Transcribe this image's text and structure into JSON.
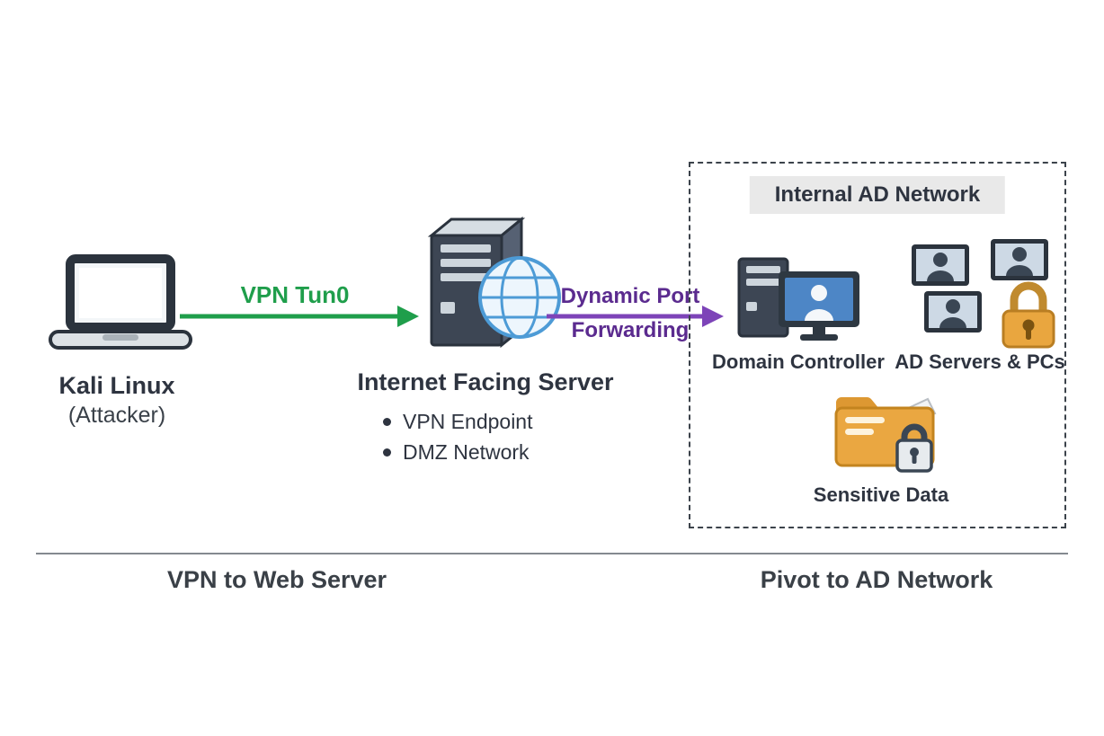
{
  "diagram": {
    "attacker": {
      "title": "Kali Linux",
      "subtitle": "(Attacker)"
    },
    "vpn_arrow": {
      "label": "VPN Tun0"
    },
    "internet_server": {
      "title": "Internet Facing Server",
      "bullets": [
        "VPN Endpoint",
        "DMZ Network"
      ]
    },
    "pivot_arrow": {
      "label_line1": "Dynamic Port",
      "label_line2": "Forwarding"
    },
    "ad_network": {
      "title": "Internal AD Network",
      "domain_controller_label": "Domain Controller",
      "ad_servers_label": "AD Servers & PCs",
      "sensitive_data_label": "Sensitive Data"
    },
    "footer": {
      "left_label": "VPN to Web Server",
      "right_label": "Pivot to AD Network"
    },
    "colors": {
      "vpn_arrow_green": "#1f9e4b",
      "pivot_arrow_purple": "#7d44b8",
      "pivot_text_purple": "#5b2b8f",
      "server_dark": "#3d4654",
      "globe_blue": "#4d9bd6",
      "orange_accent": "#e9a63f",
      "title_box_gray": "#e9e9e9",
      "text_dark": "#2e3440"
    }
  }
}
